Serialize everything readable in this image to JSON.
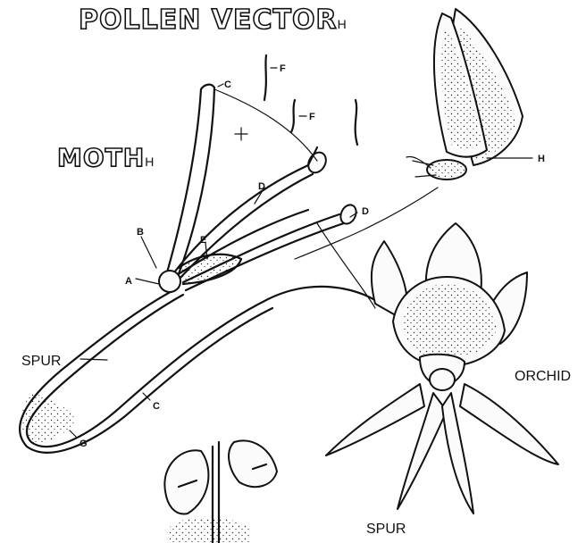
{
  "title": {
    "main": "POLLEN VECTOR",
    "subscript": "H"
  },
  "subtitle": {
    "main": "MOTH",
    "subscript": "H"
  },
  "callouts": {
    "a": "A",
    "b": "B",
    "c_top": "C",
    "c_bottom": "C",
    "d_left": "D",
    "d_right": "D",
    "e": "E",
    "f_top": "F",
    "f_mid": "F",
    "g": "G",
    "h": "H"
  },
  "labels": {
    "spur_left": "SPUR",
    "spur_bottom": "SPUR",
    "orchid": "ORCHID"
  },
  "colors": {
    "ink": "#111111",
    "paper": "#ffffff"
  }
}
